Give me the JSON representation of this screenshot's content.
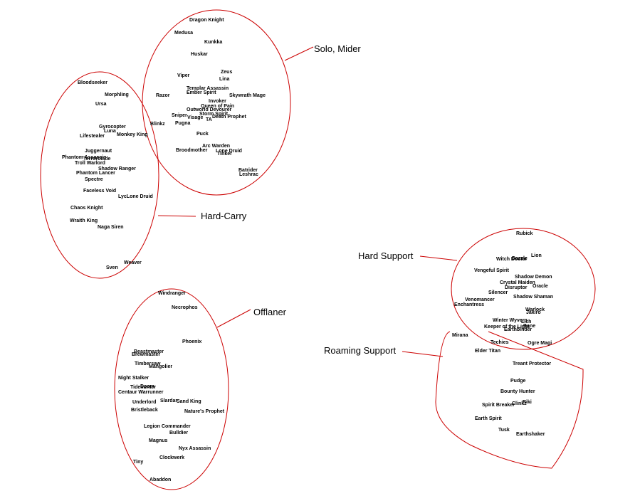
{
  "diagram": {
    "stroke_color": "#cc0000",
    "groups": [
      {
        "id": "solo-mider",
        "label": "Solo, Mider",
        "heroes": [
          "Dragon Knight",
          "Medusa",
          "Kunkka",
          "Huskar",
          "Viper",
          "Zeus",
          "Lina",
          "Templar Assassin",
          "Ember Spirit",
          "Skywrath Mage",
          "Razor",
          "Invoker",
          "Queen of Pain",
          "Outworld Devourer",
          "Storm Spirit",
          "Sniper",
          "Visage",
          "Death Prophet",
          "TA",
          "Puck",
          "Arc Warden",
          "Broodmother",
          "Lone Druid",
          "Leshrac",
          "Batrider",
          "Tinker",
          "Pugna"
        ]
      },
      {
        "id": "hard-carry",
        "label": "Hard-Carry",
        "heroes": [
          "Bloodseeker",
          "Morphling",
          "Ursa",
          "Gyrocopter",
          "Luna",
          "Lifestealer",
          "Monkey King",
          "Blinkz",
          "Juggernaut",
          "Phantom Assassin",
          "Terrorblade",
          "Troll Warlord",
          "Shadow Ranger",
          "Phantom Lancer",
          "Spectre",
          "Faceless Void",
          "LycLone Druid",
          "Chaos Knight",
          "Wraith King",
          "Naga Siren",
          "Weaver",
          "Sven"
        ]
      },
      {
        "id": "offlaner",
        "label": "Offlaner",
        "heroes": [
          "Windranger",
          "Necrophos",
          "Phoenix",
          "Beastmaster",
          "Brewmaster",
          "Timbersaw",
          "Mangolier",
          "Night Stalker",
          "Tidehunter",
          "Doom",
          "Centaur Warrunner",
          "Underlord",
          "Slardar",
          "Sand King",
          "Bristleback",
          "Nature's Prophet",
          "Legion Commander",
          "Bulldier",
          "Magnus",
          "Nyx Assassin",
          "Clockwerk",
          "Tiny",
          "Abaddon"
        ]
      },
      {
        "id": "hard-support",
        "label": "Hard Support",
        "heroes": [
          "Rubick",
          "Witch Doctor",
          "Lion",
          "Dazzle",
          "Vengeful Spirit",
          "Shadow Demon",
          "Crystal Maiden",
          "Disruptor",
          "Oracle",
          "Silencer",
          "Shadow Shaman",
          "Venomancer",
          "Enchantress",
          "Warlock",
          "Jakiro",
          "Winter Wyvern",
          "Lich",
          "Keeper of the Light",
          "Bane",
          "Earthbinder",
          "Techies",
          "Ogre Magi"
        ]
      },
      {
        "id": "roaming-support",
        "label": "Roaming Support",
        "heroes": [
          "Mirana",
          "Elder Titan",
          "Treant Protector",
          "Pudge",
          "Bounty Hunter",
          "Spirit Breaker",
          "Clinkz",
          "Riki",
          "Earth Spirit",
          "Tusk",
          "Earthshaker"
        ]
      }
    ]
  }
}
